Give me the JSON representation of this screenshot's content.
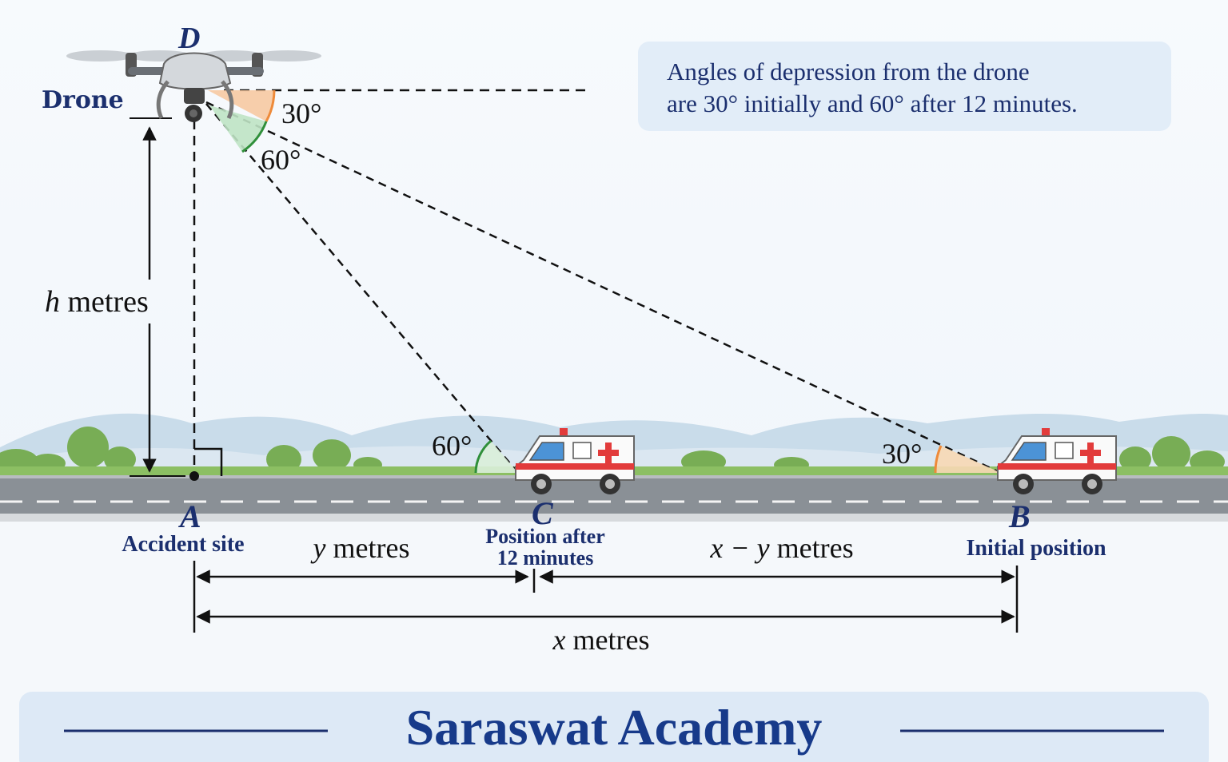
{
  "points": {
    "drone": {
      "letter": "D",
      "label": "Drone"
    },
    "accident": {
      "letter": "A",
      "label": "Accident site"
    },
    "later": {
      "letter": "C",
      "label_line1": "Position after",
      "label_line2": "12 minutes"
    },
    "initial": {
      "letter": "B",
      "label": "Initial position"
    }
  },
  "angles": {
    "depression_small": "30°",
    "depression_large": "60°",
    "elevation_at_c": "60°",
    "elevation_at_b": "30°"
  },
  "dimensions": {
    "height_var": "h",
    "height_unit": " metres",
    "y_var": "y",
    "y_unit": " metres",
    "xy_var": "x − y",
    "xy_unit": " metres",
    "x_var": "x",
    "x_unit": " metres"
  },
  "note": {
    "line1": "Angles of depression from the drone",
    "line2": "are 30° initially and 60° after 12 minutes."
  },
  "footer": {
    "title": "Saraswat Academy"
  },
  "colors": {
    "navy": "#1b2f6e",
    "angle_orange": "#f2b27a",
    "angle_green": "#2f8f3a",
    "road": "#8c9399",
    "grass": "#7fb35a",
    "hills": "#c8dbe9",
    "footer_bg": "#dde9f6",
    "note_bg": "#e2edf8"
  }
}
